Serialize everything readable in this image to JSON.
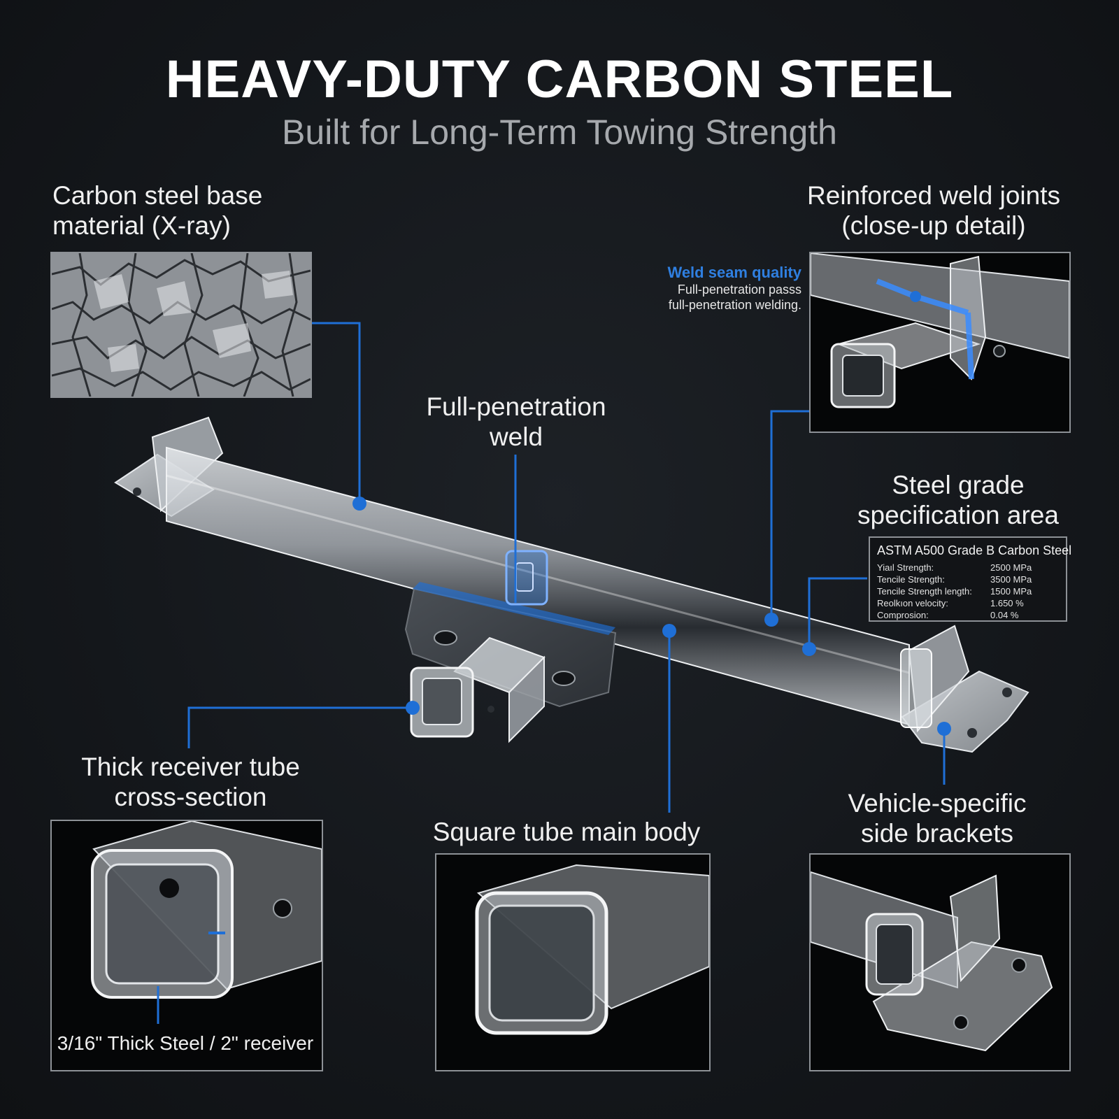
{
  "title": "HEAVY-DUTY CARBON STEEL",
  "subtitle": "Built for Long-Term Towing Strength",
  "labels": {
    "base_material": [
      "Carbon steel base",
      "material (X-ray)"
    ],
    "weld_joints": [
      "Reinforced weld joints",
      "(close-up detail)"
    ],
    "full_penetration": [
      "Full-penetration",
      "weld"
    ],
    "steel_grade": [
      "Steel grade",
      "specification area"
    ],
    "receiver_tube": [
      "Thick receiver tube",
      "cross-section"
    ],
    "main_body": "Square tube main body",
    "side_brackets": [
      "Vehicle-specific",
      "side brackets"
    ]
  },
  "weld_callout": {
    "title": "Weld seam quality",
    "line1": "Full-penetration passs",
    "line2": "full-penetration welding."
  },
  "spec": {
    "title": "ASTM A500 Grade B Carbon Steel",
    "rows": [
      {
        "key": "Yiaıl Strength:",
        "value": "2500 MPa"
      },
      {
        "key": "Tencile Strength:",
        "value": "3500 MPa"
      },
      {
        "key": "Tencile Strength length:",
        "value": "1500 MPa"
      },
      {
        "key": "Reolkıon velocity:",
        "value": "1.650 %"
      },
      {
        "key": "Comprosion:",
        "value": "0.04 %"
      }
    ]
  },
  "thickness_caption": "3/16\" Thick Steel / 2\" receiver",
  "colors": {
    "background": "#14171b",
    "accent_blue": "#1f6fd6",
    "steel_light": "#c9cdd2",
    "frame": "#8d9196"
  }
}
